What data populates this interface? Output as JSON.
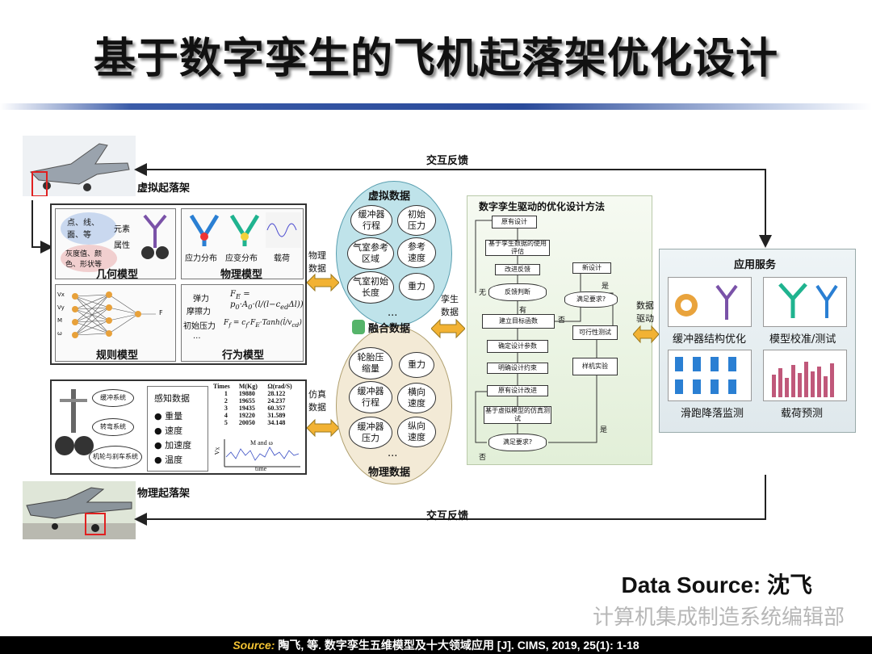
{
  "title": "基于数字孪生的飞机起落架优化设计",
  "diagram": {
    "virtual_gear_label": "虚拟起落架",
    "physical_gear_label": "物理起落架",
    "top_feedback": "交互反馈",
    "bottom_feedback": "交互反馈",
    "geometry": {
      "tags": [
        "点、线、面、等",
        "元素",
        "属性",
        "灰度值、颜色、形状等"
      ],
      "label": "几何模型"
    },
    "physics": {
      "tags": [
        "应力分布",
        "应变分布",
        "载荷"
      ],
      "label": "物理模型"
    },
    "rule": {
      "inputs": [
        "Vx",
        "Vy",
        "M",
        "ω"
      ],
      "output": "F",
      "label": "规则模型"
    },
    "behavior": {
      "lines": [
        "弹力",
        "摩擦力",
        "初始压力",
        "..."
      ],
      "label": "行为模型"
    },
    "physical_data_arrow": "物理\n数据",
    "sim_data_arrow": "仿真\n数据",
    "twin_data_arrow": "孪生\n数据",
    "drive_data_arrow": "数据\n驱动",
    "sensor": {
      "systems": [
        "缓冲系统",
        "转弯系统",
        "机轮与刹车系统"
      ],
      "header": "感知数据",
      "items": [
        "重量",
        "速度",
        "加速度",
        "温度"
      ],
      "table_headers": [
        "Times",
        "M(Kg)",
        "Ω(rad/S)"
      ],
      "table_rows": [
        [
          "1",
          "19880",
          "28.122"
        ],
        [
          "2",
          "19655",
          "24.237"
        ],
        [
          "3",
          "19435",
          "60.357"
        ],
        [
          "4",
          "19220",
          "31.589"
        ],
        [
          "5",
          "20050",
          "34.148"
        ]
      ],
      "chart_legend": "M and ω",
      "chart_xlabel": "time",
      "chart_ylabel": "Vx"
    },
    "virtual_data": {
      "title": "虚拟数据",
      "items": [
        "缓冲器行程",
        "初始压力",
        "气室参考区域",
        "参考速度",
        "气室初始长度",
        "重力"
      ],
      "ellipsis": "..."
    },
    "fusion_label": "融合数据",
    "physical_data": {
      "title": "物理数据",
      "items": [
        "轮胎压缩量",
        "重力",
        "缓冲器行程",
        "横向速度",
        "缓冲器压力",
        "纵向速度"
      ],
      "ellipsis": "..."
    },
    "method": {
      "title": "数字孪生驱动的优化设计方法",
      "steps": [
        "原有设计",
        "基于孪生数据的使用评估",
        "改进反馈",
        "反馈判断",
        "建立目标函数",
        "确定设计参数",
        "明确设计约束",
        "原有设计改进",
        "基于虚拟模型的仿真测试",
        "满足要求?"
      ],
      "right_steps": [
        "新设计",
        "满足要求?",
        "可行性测试",
        "样机实验"
      ],
      "labels": {
        "no1": "无",
        "yes1": "有",
        "no2": "否",
        "yes2": "是",
        "no3": "否",
        "yes3": "是"
      }
    },
    "app": {
      "title": "应用服务",
      "items": [
        "缓冲器结构优化",
        "模型校准/测试",
        "滑跑降落监测",
        "载荷预测"
      ]
    }
  },
  "data_source": "Data Source: 沈飞",
  "watermark": "计算机集成制造系统编辑部",
  "footer": {
    "source_label": "Source:",
    "citation": " 陶飞, 等. 数字孪生五维模型及十大领域应用 [J]. CIMS, 2019, 25(1): 1-18"
  },
  "colors": {
    "title_line": "#2a4a9a",
    "arrow_fill": "#f2b233",
    "bubble_top": "#bfe3ea",
    "bubble_bottom": "#f3ead6",
    "method_bg": "#eaf4e4",
    "footer_source": "#f2c233",
    "highlight_box": "#e02020"
  }
}
